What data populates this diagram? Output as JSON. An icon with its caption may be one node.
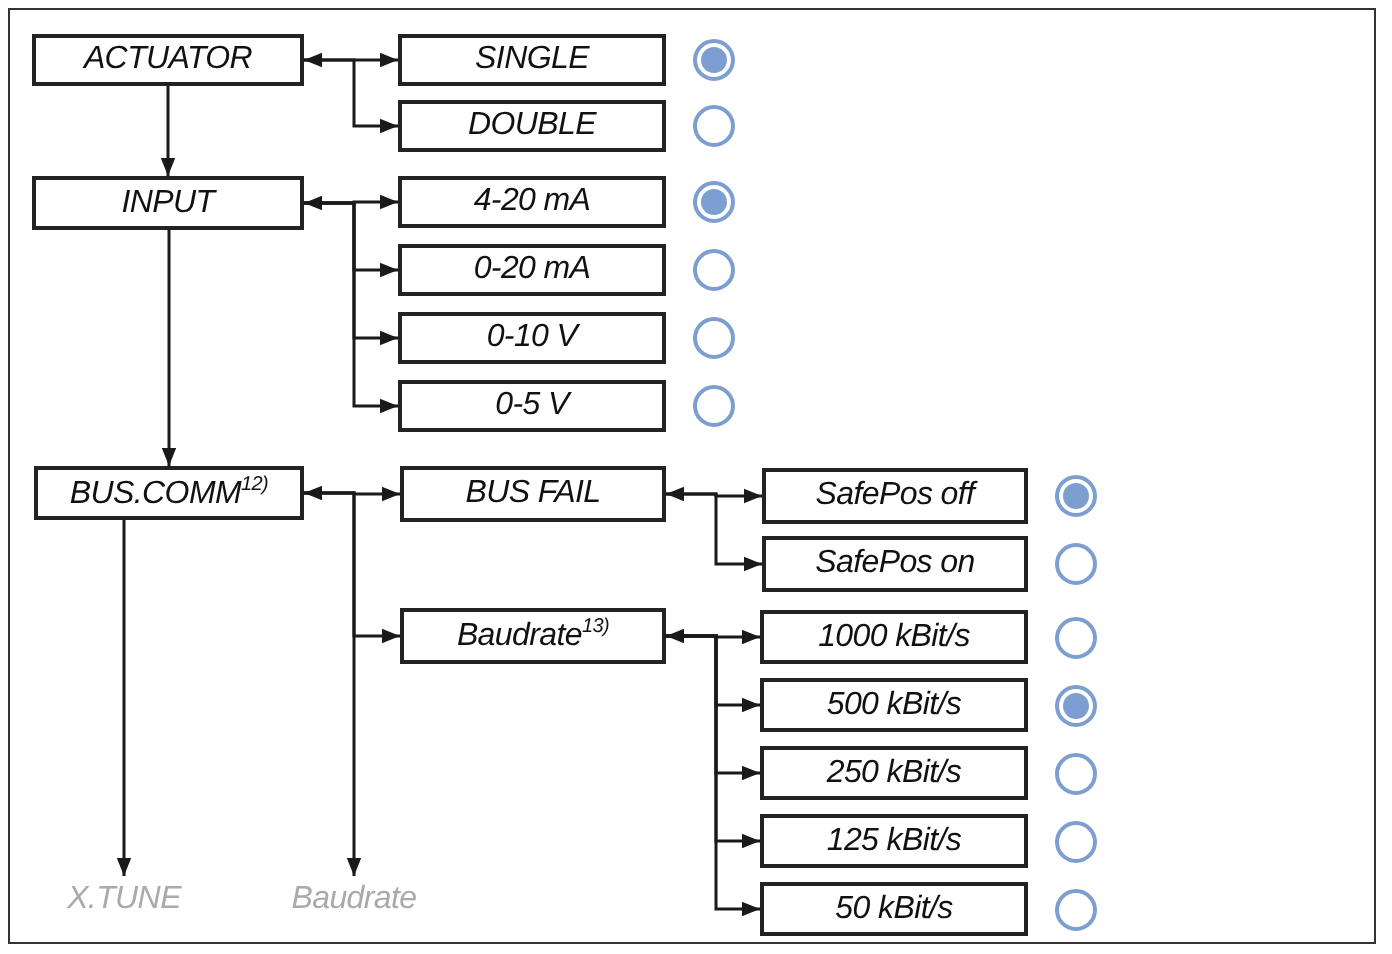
{
  "diagram": {
    "nodes": [
      {
        "text": [
          "ACTUATOR"
        ]
      },
      {
        "text": [
          "SINGLE"
        ]
      },
      {
        "text": [
          "DOUBLE"
        ]
      },
      {
        "text": [
          "INPUT"
        ]
      },
      {
        "text": [
          "4-20 mA"
        ]
      },
      {
        "text": [
          "0-20 mA"
        ]
      },
      {
        "text": [
          "0-10 V"
        ]
      },
      {
        "text": [
          "0-5 V"
        ]
      },
      {
        "text": [
          "BUS.COMM$^{12)}$"
        ]
      },
      {
        "text": [
          "BUS FAIL"
        ]
      },
      {
        "text": [
          "Baudrate$^{13)}$"
        ]
      },
      {
        "text": [
          "SafePos off"
        ]
      },
      {
        "text": [
          "SafePos on"
        ]
      },
      {
        "text": [
          "1000 kBit/s"
        ]
      },
      {
        "text": [
          "500 kBit/s"
        ]
      },
      {
        "text": [
          "250 kBit/s"
        ]
      },
      {
        "text": [
          "125 kBit/s"
        ]
      },
      {
        "text": [
          "50 kBit/s"
        ]
      },
      {
        "text": [
          "X.TUNE"
        ]
      },
      {
        "text": [
          "Baudrate"
        ]
      }
    ],
    "edges": [
      {
        "from": 0,
        "to": 1,
        "arrow": "both"
      },
      {
        "from": 0,
        "to": 2,
        "arrow": "to"
      },
      {
        "from": 0,
        "to": 3,
        "arrow": "to"
      },
      {
        "from": 3,
        "to": 4,
        "arrow": "both"
      },
      {
        "from": 3,
        "to": 5,
        "arrow": "to"
      },
      {
        "from": 3,
        "to": 6,
        "arrow": "to"
      },
      {
        "from": 3,
        "to": 7,
        "arrow": "to"
      },
      {
        "from": 3,
        "to": 8,
        "arrow": "to"
      },
      {
        "from": 8,
        "to": 9,
        "arrow": "both"
      },
      {
        "from": 8,
        "to": 10,
        "arrow": "to"
      },
      {
        "from": 8,
        "to": 19,
        "arrow": "to"
      },
      {
        "from": 8,
        "to": 18,
        "arrow": "to"
      },
      {
        "from": 9,
        "to": 11,
        "arrow": "both"
      },
      {
        "from": 9,
        "to": 12,
        "arrow": "to"
      },
      {
        "from": 10,
        "to": 13,
        "arrow": "both"
      },
      {
        "from": 10,
        "to": 14,
        "arrow": "to"
      },
      {
        "from": 10,
        "to": 15,
        "arrow": "to"
      },
      {
        "from": 10,
        "to": 16,
        "arrow": "to"
      },
      {
        "from": 10,
        "to": 17,
        "arrow": "to"
      }
    ]
  }
}
